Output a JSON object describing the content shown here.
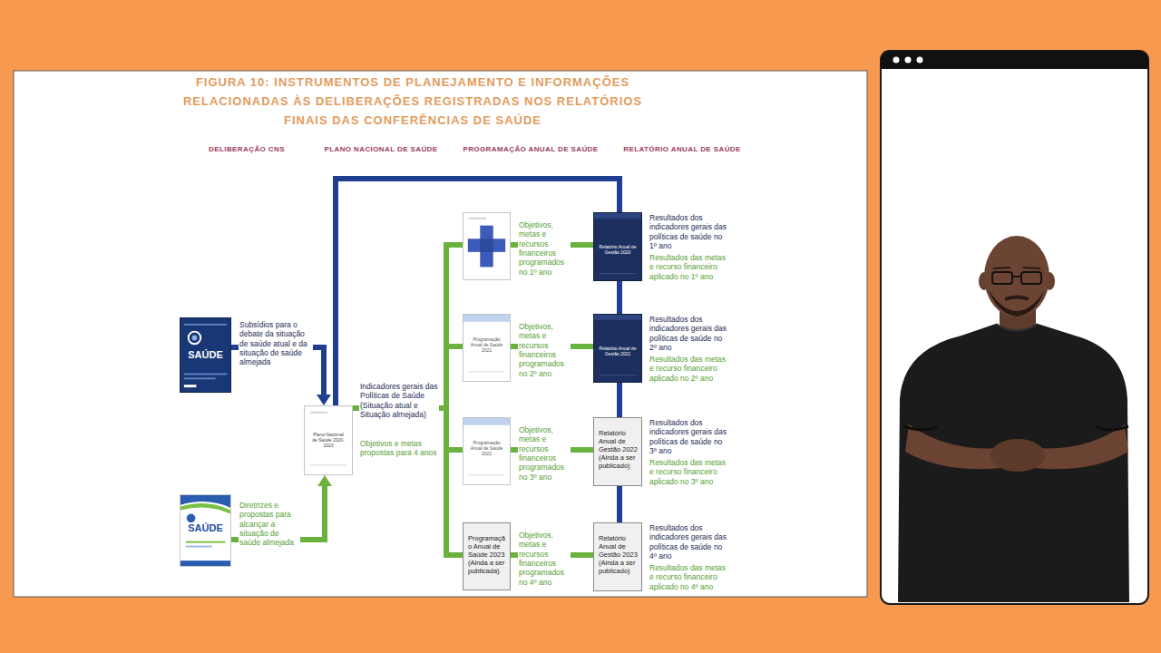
{
  "diagram": {
    "title": "FIGURA 10: INSTRUMENTOS DE PLANEJAMENTO E INFORMAÇÕES RELACIONADAS ÀS DELIBERAÇÕES REGISTRADAS NOS RELATÓRIOS FINAIS DAS CONFERÊNCIAS DE SAÚDE",
    "nodes": [
      {
        "text": [
          "SAÚDE",
          "Subsídios para o debate da situação de saúde atual e da situação de saúde almejada"
        ]
      },
      {
        "text": [
          "SAÚDE",
          "Diretrizes e propostas para alcançar a situação de saúde almejada"
        ]
      },
      {
        "text": [
          "Plano Nacional de Saúde 2020-2023",
          "Indicadores gerais das Políticas de Saúde (Situação atual e Situação almejada)",
          "Objetivos e metas propostas para 4 anos"
        ]
      },
      {
        "text": [
          "Objetivos, metas e recursos financeiros programados no 1º ano"
        ]
      },
      {
        "text": [
          "Programação Anual de Saúde 2021",
          "Objetivos, metas e recursos financeiros programados no 2º ano"
        ]
      },
      {
        "text": [
          "Programação Anual de Saúde 2022",
          "Objetivos, metas e recursos financeiros programados no 3º ano"
        ]
      },
      {
        "text": [
          "Programação Anual de Saúde 2023 (Ainda a ser publicada)",
          "Objetivos, metas e recursos financeiros programados no 4º ano"
        ]
      },
      {
        "text": [
          "Relatório Anual de Gestão 2020",
          "Resultados dos indicadores gerais das políticas de saúde no 1º ano",
          "Resultados das metas e recurso financeiro aplicado no 1º ano"
        ]
      },
      {
        "text": [
          "Relatório Anual de Gestão 2021",
          "Resultados dos indicadores gerais das políticas de saúde no 2º ano",
          "Resultados das metas e recurso financeiro aplicado no 2º ano"
        ]
      },
      {
        "text": [
          "Relatório Anual de Gestão 2022 (Ainda a ser publicado)",
          "Resultados dos indicadores gerais das políticas de saúde no 3º ano",
          "Resultados das metas e recurso financeiro aplicado no 3º ano"
        ]
      },
      {
        "text": [
          "Relatório Anual de Gestão 2023 (Ainda a ser publicado)",
          "Resultados dos indicadores gerais das políticas de saúde no 4º ano",
          "Resultados das metas e recurso financeiro aplicado no 4º ano"
        ]
      }
    ],
    "edges": [
      {
        "from": 0,
        "to": 2,
        "arrow": "to"
      },
      {
        "from": 1,
        "to": 2,
        "arrow": "to"
      },
      {
        "from": 2,
        "to": 7,
        "arrow": "none"
      },
      {
        "from": 2,
        "to": 3,
        "arrow": "none"
      },
      {
        "from": 2,
        "to": 4,
        "arrow": "none"
      },
      {
        "from": 2,
        "to": 5,
        "arrow": "none"
      },
      {
        "from": 2,
        "to": 6,
        "arrow": "none"
      },
      {
        "from": 3,
        "to": 7,
        "arrow": "none"
      },
      {
        "from": 4,
        "to": 8,
        "arrow": "none"
      },
      {
        "from": 5,
        "to": 9,
        "arrow": "none"
      },
      {
        "from": 6,
        "to": 10,
        "arrow": "none"
      },
      {
        "from": 7,
        "to": 8,
        "arrow": "none"
      },
      {
        "from": 8,
        "to": 9,
        "arrow": "none"
      },
      {
        "from": 9,
        "to": 10,
        "arrow": "none"
      }
    ],
    "labels": [
      "DELIBERAÇÃO CNS",
      "PLANO NACIONAL DE SAÚDE",
      "PROGRAMAÇÃO ANUAL DE SAÚDE",
      "RELATÓRIO ANUAL DE SAÚDE"
    ]
  }
}
